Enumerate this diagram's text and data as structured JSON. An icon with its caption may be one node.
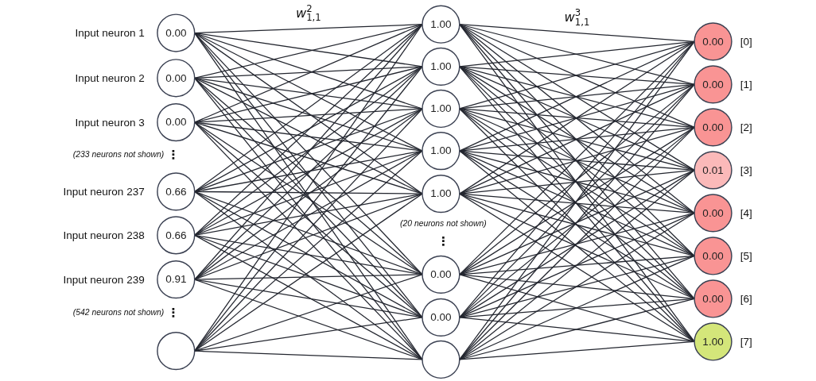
{
  "diagram": {
    "nodes": [
      {
        "text": [
          "0.00"
        ],
        "beside": [
          "Input neuron 1"
        ]
      },
      {
        "text": [
          "0.00"
        ],
        "beside": [
          "Input neuron 2"
        ]
      },
      {
        "text": [
          "0.00"
        ],
        "beside": [
          "Input neuron 3"
        ]
      },
      {
        "text": [
          "0.66"
        ],
        "beside": [
          "Input neuron 237"
        ]
      },
      {
        "text": [
          "0.66"
        ],
        "beside": [
          "Input neuron 238"
        ]
      },
      {
        "text": [
          "0.91"
        ],
        "beside": [
          "Input neuron 239"
        ]
      },
      {
        "text": [],
        "shape": "circle"
      },
      {
        "text": [
          "1.00"
        ]
      },
      {
        "text": [
          "1.00"
        ]
      },
      {
        "text": [
          "1.00"
        ]
      },
      {
        "text": [
          "1.00"
        ]
      },
      {
        "text": [
          "1.00"
        ]
      },
      {
        "text": [
          "0.00"
        ]
      },
      {
        "text": [
          "0.00"
        ]
      },
      {
        "text": [],
        "shape": "circle"
      },
      {
        "text": [
          "0.00"
        ],
        "beside": [
          "[0]"
        ]
      },
      {
        "text": [
          "0.00"
        ],
        "beside": [
          "[1]"
        ]
      },
      {
        "text": [
          "0.00"
        ],
        "beside": [
          "[2]"
        ]
      },
      {
        "text": [
          "0.01"
        ],
        "beside": [
          "[3]"
        ]
      },
      {
        "text": [
          "0.00"
        ],
        "beside": [
          "[4]"
        ]
      },
      {
        "text": [
          "0.00"
        ],
        "beside": [
          "[5]"
        ]
      },
      {
        "text": [
          "0.00"
        ],
        "beside": [
          "[6]"
        ]
      },
      {
        "text": [
          "1.00"
        ],
        "beside": [
          "[7]"
        ]
      }
    ],
    "edges": [
      {
        "from": 0,
        "to": 7,
        "arrow": "none",
        "label": "w$^{2}$$_{1,1}$"
      },
      {
        "from": 0,
        "to": 8,
        "arrow": "none"
      },
      {
        "from": 0,
        "to": 9,
        "arrow": "none"
      },
      {
        "from": 0,
        "to": 10,
        "arrow": "none"
      },
      {
        "from": 0,
        "to": 11,
        "arrow": "none"
      },
      {
        "from": 0,
        "to": 12,
        "arrow": "none"
      },
      {
        "from": 0,
        "to": 13,
        "arrow": "none"
      },
      {
        "from": 0,
        "to": 14,
        "arrow": "none"
      },
      {
        "from": 1,
        "to": 7,
        "arrow": "none"
      },
      {
        "from": 1,
        "to": 8,
        "arrow": "none"
      },
      {
        "from": 1,
        "to": 9,
        "arrow": "none"
      },
      {
        "from": 1,
        "to": 10,
        "arrow": "none"
      },
      {
        "from": 1,
        "to": 11,
        "arrow": "none"
      },
      {
        "from": 1,
        "to": 12,
        "arrow": "none"
      },
      {
        "from": 1,
        "to": 13,
        "arrow": "none"
      },
      {
        "from": 1,
        "to": 14,
        "arrow": "none"
      },
      {
        "from": 2,
        "to": 7,
        "arrow": "none"
      },
      {
        "from": 2,
        "to": 8,
        "arrow": "none"
      },
      {
        "from": 2,
        "to": 9,
        "arrow": "none"
      },
      {
        "from": 2,
        "to": 10,
        "arrow": "none"
      },
      {
        "from": 2,
        "to": 11,
        "arrow": "none"
      },
      {
        "from": 2,
        "to": 12,
        "arrow": "none"
      },
      {
        "from": 2,
        "to": 13,
        "arrow": "none"
      },
      {
        "from": 2,
        "to": 14,
        "arrow": "none"
      },
      {
        "from": 3,
        "to": 7,
        "arrow": "none"
      },
      {
        "from": 3,
        "to": 8,
        "arrow": "none"
      },
      {
        "from": 3,
        "to": 9,
        "arrow": "none"
      },
      {
        "from": 3,
        "to": 10,
        "arrow": "none"
      },
      {
        "from": 3,
        "to": 11,
        "arrow": "none"
      },
      {
        "from": 3,
        "to": 12,
        "arrow": "none"
      },
      {
        "from": 3,
        "to": 13,
        "arrow": "none"
      },
      {
        "from": 3,
        "to": 14,
        "arrow": "none"
      },
      {
        "from": 4,
        "to": 7,
        "arrow": "none"
      },
      {
        "from": 4,
        "to": 8,
        "arrow": "none"
      },
      {
        "from": 4,
        "to": 9,
        "arrow": "none"
      },
      {
        "from": 4,
        "to": 10,
        "arrow": "none"
      },
      {
        "from": 4,
        "to": 11,
        "arrow": "none"
      },
      {
        "from": 4,
        "to": 12,
        "arrow": "none"
      },
      {
        "from": 4,
        "to": 13,
        "arrow": "none"
      },
      {
        "from": 4,
        "to": 14,
        "arrow": "none"
      },
      {
        "from": 5,
        "to": 7,
        "arrow": "none"
      },
      {
        "from": 5,
        "to": 8,
        "arrow": "none"
      },
      {
        "from": 5,
        "to": 9,
        "arrow": "none"
      },
      {
        "from": 5,
        "to": 10,
        "arrow": "none"
      },
      {
        "from": 5,
        "to": 11,
        "arrow": "none"
      },
      {
        "from": 5,
        "to": 12,
        "arrow": "none"
      },
      {
        "from": 5,
        "to": 13,
        "arrow": "none"
      },
      {
        "from": 5,
        "to": 14,
        "arrow": "none"
      },
      {
        "from": 6,
        "to": 7,
        "arrow": "none"
      },
      {
        "from": 6,
        "to": 8,
        "arrow": "none"
      },
      {
        "from": 6,
        "to": 9,
        "arrow": "none"
      },
      {
        "from": 6,
        "to": 10,
        "arrow": "none"
      },
      {
        "from": 6,
        "to": 11,
        "arrow": "none"
      },
      {
        "from": 6,
        "to": 12,
        "arrow": "none"
      },
      {
        "from": 6,
        "to": 13,
        "arrow": "none"
      },
      {
        "from": 6,
        "to": 14,
        "arrow": "none"
      },
      {
        "from": 7,
        "to": 15,
        "arrow": "none",
        "label": "w$^{3}$$_{1,1}$"
      },
      {
        "from": 7,
        "to": 16,
        "arrow": "none"
      },
      {
        "from": 7,
        "to": 17,
        "arrow": "none"
      },
      {
        "from": 7,
        "to": 18,
        "arrow": "none"
      },
      {
        "from": 7,
        "to": 19,
        "arrow": "none"
      },
      {
        "from": 7,
        "to": 20,
        "arrow": "none"
      },
      {
        "from": 7,
        "to": 21,
        "arrow": "none"
      },
      {
        "from": 7,
        "to": 22,
        "arrow": "none"
      },
      {
        "from": 8,
        "to": 15,
        "arrow": "none"
      },
      {
        "from": 8,
        "to": 16,
        "arrow": "none"
      },
      {
        "from": 8,
        "to": 17,
        "arrow": "none"
      },
      {
        "from": 8,
        "to": 18,
        "arrow": "none"
      },
      {
        "from": 8,
        "to": 19,
        "arrow": "none"
      },
      {
        "from": 8,
        "to": 20,
        "arrow": "none"
      },
      {
        "from": 8,
        "to": 21,
        "arrow": "none"
      },
      {
        "from": 8,
        "to": 22,
        "arrow": "none"
      },
      {
        "from": 9,
        "to": 15,
        "arrow": "none"
      },
      {
        "from": 9,
        "to": 16,
        "arrow": "none"
      },
      {
        "from": 9,
        "to": 17,
        "arrow": "none"
      },
      {
        "from": 9,
        "to": 18,
        "arrow": "none"
      },
      {
        "from": 9,
        "to": 19,
        "arrow": "none"
      },
      {
        "from": 9,
        "to": 20,
        "arrow": "none"
      },
      {
        "from": 9,
        "to": 21,
        "arrow": "none"
      },
      {
        "from": 9,
        "to": 22,
        "arrow": "none"
      },
      {
        "from": 10,
        "to": 15,
        "arrow": "none"
      },
      {
        "from": 10,
        "to": 16,
        "arrow": "none"
      },
      {
        "from": 10,
        "to": 17,
        "arrow": "none"
      },
      {
        "from": 10,
        "to": 18,
        "arrow": "none"
      },
      {
        "from": 10,
        "to": 19,
        "arrow": "none"
      },
      {
        "from": 10,
        "to": 20,
        "arrow": "none"
      },
      {
        "from": 10,
        "to": 21,
        "arrow": "none"
      },
      {
        "from": 10,
        "to": 22,
        "arrow": "none"
      },
      {
        "from": 11,
        "to": 15,
        "arrow": "none"
      },
      {
        "from": 11,
        "to": 16,
        "arrow": "none"
      },
      {
        "from": 11,
        "to": 17,
        "arrow": "none"
      },
      {
        "from": 11,
        "to": 18,
        "arrow": "none"
      },
      {
        "from": 11,
        "to": 19,
        "arrow": "none"
      },
      {
        "from": 11,
        "to": 20,
        "arrow": "none"
      },
      {
        "from": 11,
        "to": 21,
        "arrow": "none"
      },
      {
        "from": 11,
        "to": 22,
        "arrow": "none"
      },
      {
        "from": 12,
        "to": 15,
        "arrow": "none"
      },
      {
        "from": 12,
        "to": 16,
        "arrow": "none"
      },
      {
        "from": 12,
        "to": 17,
        "arrow": "none"
      },
      {
        "from": 12,
        "to": 18,
        "arrow": "none"
      },
      {
        "from": 12,
        "to": 19,
        "arrow": "none"
      },
      {
        "from": 12,
        "to": 20,
        "arrow": "none"
      },
      {
        "from": 12,
        "to": 21,
        "arrow": "none"
      },
      {
        "from": 12,
        "to": 22,
        "arrow": "none"
      },
      {
        "from": 13,
        "to": 15,
        "arrow": "none"
      },
      {
        "from": 13,
        "to": 16,
        "arrow": "none"
      },
      {
        "from": 13,
        "to": 17,
        "arrow": "none"
      },
      {
        "from": 13,
        "to": 18,
        "arrow": "none"
      },
      {
        "from": 13,
        "to": 19,
        "arrow": "none"
      },
      {
        "from": 13,
        "to": 20,
        "arrow": "none"
      },
      {
        "from": 13,
        "to": 21,
        "arrow": "none"
      },
      {
        "from": 13,
        "to": 22,
        "arrow": "none"
      },
      {
        "from": 14,
        "to": 15,
        "arrow": "none"
      },
      {
        "from": 14,
        "to": 16,
        "arrow": "none"
      },
      {
        "from": 14,
        "to": 17,
        "arrow": "none"
      },
      {
        "from": 14,
        "to": 18,
        "arrow": "none"
      },
      {
        "from": 14,
        "to": 19,
        "arrow": "none"
      },
      {
        "from": 14,
        "to": 20,
        "arrow": "none"
      },
      {
        "from": 14,
        "to": 21,
        "arrow": "none"
      },
      {
        "from": 14,
        "to": 22,
        "arrow": "none"
      }
    ],
    "labels": [
      "(233 neurons not shown)",
      "⋮",
      "(20 neurons not shown)",
      "⋮",
      "(542 neurons not shown)",
      "⋮"
    ]
  }
}
